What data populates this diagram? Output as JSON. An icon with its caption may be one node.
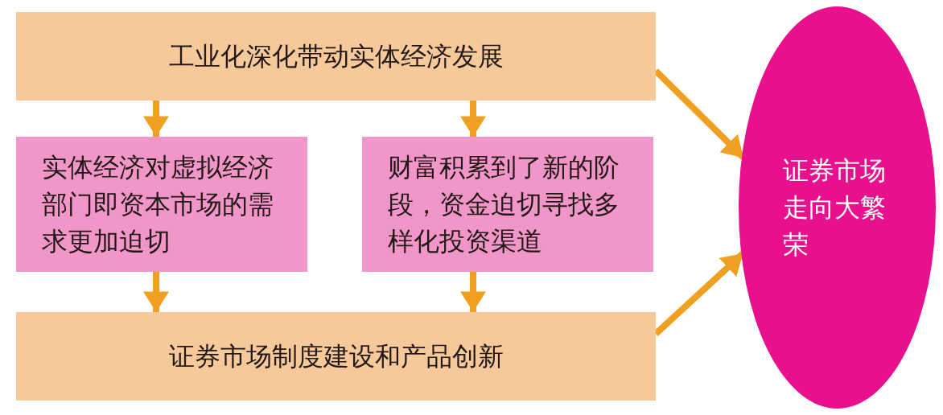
{
  "diagram": {
    "nodes": [
      {
        "text": [
          "工业化深化带动实体经济发展"
        ]
      },
      {
        "text": [
          "实体经济对虚拟经济部门即资本市场的需求更加迫切"
        ]
      },
      {
        "text": [
          "财富积累到了新的阶段，资金迫切寻找多样化投资渠道"
        ]
      },
      {
        "text": [
          "证券市场制度建设和产品创新"
        ]
      },
      {
        "text": [
          "证券市场走向大繁荣"
        ]
      }
    ],
    "edges": [
      {
        "from": 0,
        "to": 1,
        "arrow": "to"
      },
      {
        "from": 0,
        "to": 2,
        "arrow": "to"
      },
      {
        "from": 1,
        "to": 3,
        "arrow": "to"
      },
      {
        "from": 2,
        "to": 3,
        "arrow": "to"
      },
      {
        "from": 0,
        "to": 4,
        "arrow": "to"
      },
      {
        "from": 3,
        "to": 4,
        "arrow": "to"
      }
    ]
  }
}
